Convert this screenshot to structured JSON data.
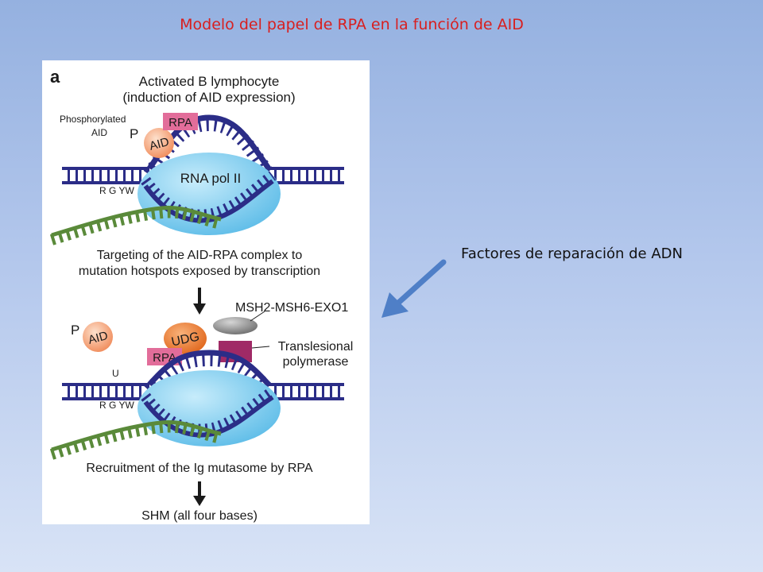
{
  "slide": {
    "title": "Modelo del papel de RPA en la función de AID",
    "side_label": "Factores de reparación de ADN"
  },
  "figure": {
    "panel_letter": "a",
    "heading_line1": "Activated B lymphocyte",
    "heading_line2": "(induction of AID expression)",
    "phospho_line1": "Phosphorylated",
    "phospho_line2": "AID",
    "p_label": "P",
    "aid_label": "AID",
    "rpa_label": "RPA",
    "rna_pol_label": "RNA pol II",
    "rgyw_label": "R G YW",
    "targeting_line1": "Targeting of the AID-RPA complex to",
    "targeting_line2": "mutation hotspots exposed by transcription",
    "msh_label": "MSH2-MSH6-EXO1",
    "udg_label": "UDG",
    "tls_line1": "Translesional",
    "tls_line2": "polymerase",
    "u_label": "U",
    "recruit_label": "Recruitment of the Ig mutasome by RPA",
    "shm_label": "SHM (all four bases)"
  },
  "colors": {
    "title_red": "#d81f1f",
    "dna_navy": "#2b2d87",
    "rna_green": "#5a8a3a",
    "pol_blue": "#7fcdf0",
    "rpa_pink": "#e26d9a",
    "aid_peach": "#f6a67a",
    "udg_orange": "#ef7c2a",
    "tls_maroon": "#a02a66",
    "arrow_blue": "#4f7fc7"
  },
  "icons": [
    "down-arrow-icon",
    "pointer-arrow-icon"
  ]
}
